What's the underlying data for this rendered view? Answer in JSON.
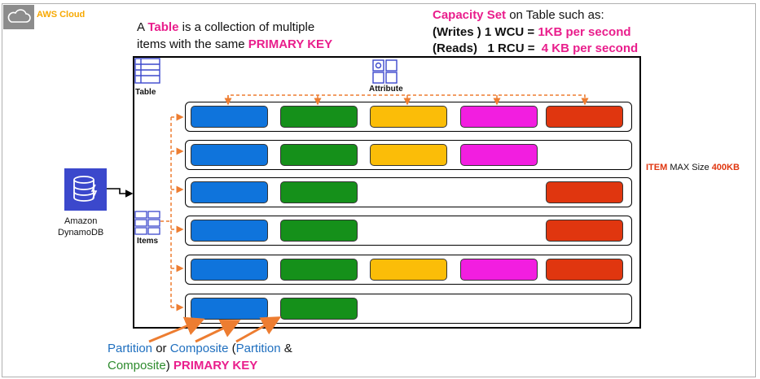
{
  "header": {
    "cloud_label": "AWS Cloud"
  },
  "table_description": {
    "line1_prefix": "A ",
    "line1_bold": "Table",
    "line1_suffix": " is a collection of multiple",
    "line2_prefix": "items with the same ",
    "line2_bold": "PRIMARY KEY"
  },
  "capacity": {
    "title_bold": "Capacity Set",
    "title_rest": " on Table such as:",
    "writes_label": "(Writes ) 1 WCU = ",
    "writes_value": "1KB per second",
    "reads_label": "(Reads)   1 RCU = ",
    "reads_value": " 4 KB per second"
  },
  "icons": {
    "table_label": "Table",
    "attribute_label": "Attribute",
    "items_label": "Items",
    "dynamodb_line1": "Amazon",
    "dynamodb_line2": "DynamoDB"
  },
  "item_max": {
    "item_word": "ITEM",
    "middle": " MAX Size ",
    "size": "400KB"
  },
  "rows": [
    [
      "blue",
      "green",
      "yellow",
      "magenta",
      "red"
    ],
    [
      "blue",
      "green",
      "yellow",
      "magenta",
      null
    ],
    [
      "blue",
      "green",
      null,
      null,
      "red"
    ],
    [
      "blue",
      "green",
      null,
      null,
      "red"
    ],
    [
      "blue",
      "green",
      "yellow",
      "magenta",
      "red"
    ],
    [
      "blue",
      "green",
      null,
      null,
      null
    ]
  ],
  "colors": {
    "blue": "#0f74dc",
    "green": "#15901a",
    "yellow": "#fbbd08",
    "magenta": "#f21ee0",
    "red": "#e0360f",
    "accent_pink": "#e91e8c",
    "arrow_orange": "#ed7d31",
    "dynamodb_purple": "#3b48cc"
  },
  "key_caption": {
    "partition": "Partition",
    "or": " or ",
    "composite": "Composite",
    "open": " (",
    "partition2": "Partition",
    "amp": " &",
    "composite2": "Composite",
    "close": ") ",
    "primary_key": "PRIMARY KEY"
  }
}
